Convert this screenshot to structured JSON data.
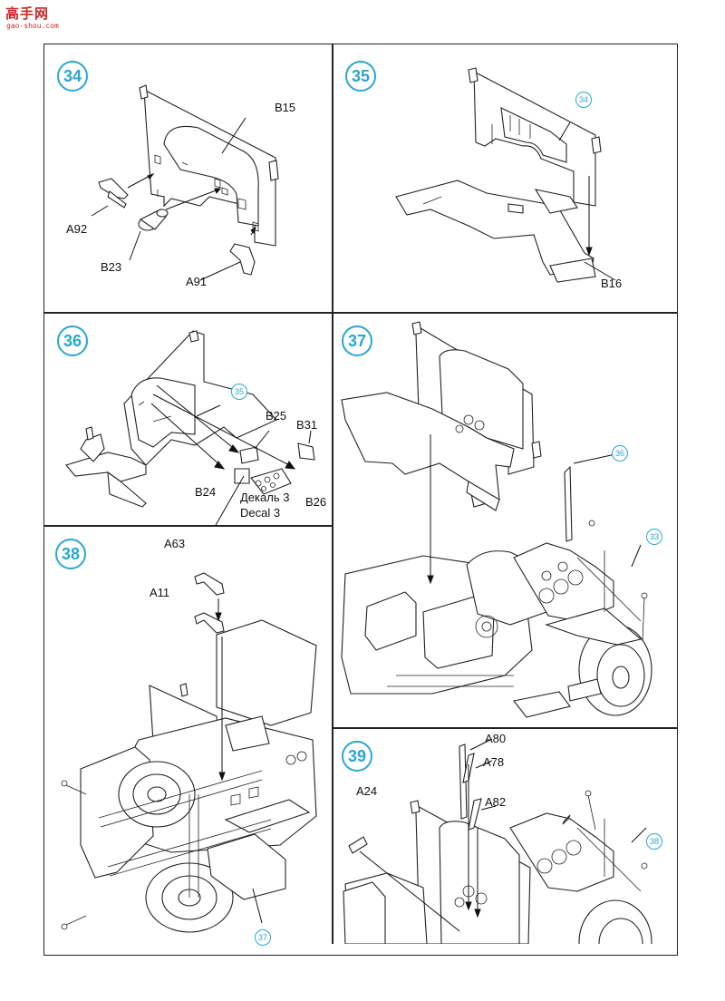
{
  "watermark": {
    "main": "高手网",
    "sub": "gao-shou.com"
  },
  "steps": {
    "s34": {
      "number": "34",
      "labels": {
        "b15": "B15",
        "a92": "A92",
        "b23": "B23",
        "a91": "A91"
      }
    },
    "s35": {
      "number": "35",
      "ref": "34",
      "labels": {
        "b16": "B16"
      }
    },
    "s36": {
      "number": "36",
      "ref": "35",
      "labels": {
        "b25": "B25",
        "b31": "B31",
        "b24": "B24",
        "b26": "B26"
      },
      "decal": {
        "ru": "Декаль 3",
        "en": "Decal 3"
      }
    },
    "s37": {
      "number": "37",
      "refs": [
        "36",
        "33"
      ]
    },
    "s38": {
      "number": "38",
      "ref": "37",
      "labels": {
        "a63": "A63",
        "a11": "A11"
      }
    },
    "s39": {
      "number": "39",
      "ref": "38",
      "labels": {
        "a80": "A80",
        "a78": "A78",
        "a24": "A24",
        "a82": "A82"
      }
    }
  }
}
